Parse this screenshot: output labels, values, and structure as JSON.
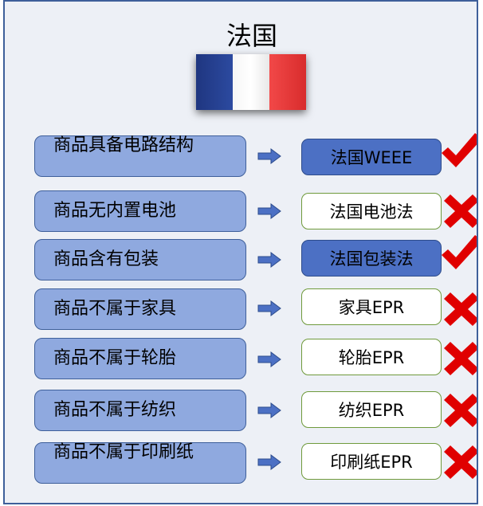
{
  "title": "法国",
  "colors": {
    "flag_blue": "#2c4aa0",
    "flag_white": "#ffffff",
    "flag_red": "#e23a3a",
    "cond_fill": "#8fa9df",
    "law_applies": "#4c70c4",
    "mark_red": "#e00000"
  },
  "rows": [
    {
      "condition": "商品具备电路结构",
      "law": "法国WEEE",
      "applies": true,
      "mark": "check-icon"
    },
    {
      "condition": "商品无内置电池",
      "law": "法国电池法",
      "applies": false,
      "mark": "cross-icon"
    },
    {
      "condition": "商品含有包装",
      "law": "法国包装法",
      "applies": true,
      "mark": "check-icon"
    },
    {
      "condition": "商品不属于家具",
      "law": "家具EPR",
      "applies": false,
      "mark": "cross-icon"
    },
    {
      "condition": "商品不属于轮胎",
      "law": "轮胎EPR",
      "applies": false,
      "mark": "cross-icon"
    },
    {
      "condition": "商品不属于纺织",
      "law": "纺织EPR",
      "applies": false,
      "mark": "cross-icon"
    },
    {
      "condition": "商品不属于印刷纸",
      "law": "印刷纸EPR",
      "applies": false,
      "mark": "cross-icon"
    }
  ]
}
